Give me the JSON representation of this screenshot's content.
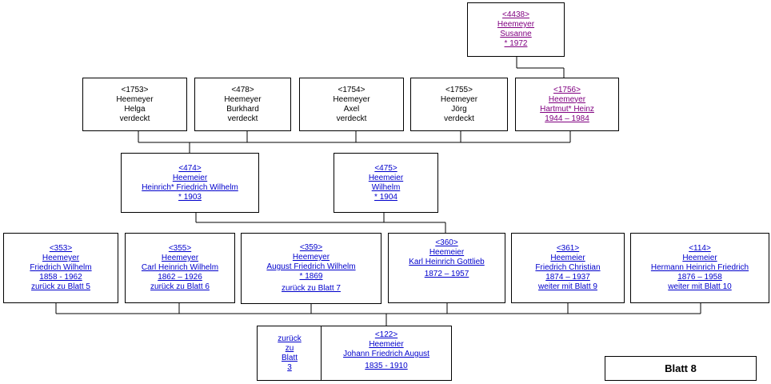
{
  "top": {
    "id": "<4438>",
    "surname": "Heemeyer",
    "given": "Susanne",
    "dates": "* 1972"
  },
  "row1": [
    {
      "id": "<1753>",
      "surname": "Heemeyer",
      "given": "Helga",
      "dates": "verdeckt"
    },
    {
      "id": "<478>",
      "surname": "Heemeyer",
      "given": "Burkhard",
      "dates": "verdeckt"
    },
    {
      "id": "<1754>",
      "surname": "Heemeyer",
      "given": "Axel",
      "dates": "verdeckt"
    },
    {
      "id": "<1755>",
      "surname": "Heemeyer",
      "given": "Jörg",
      "dates": "verdeckt"
    },
    {
      "id": "<1756>",
      "surname": "Heemeyer",
      "given": "Hartmut* Heinz",
      "dates": "1944 – 1984"
    }
  ],
  "row2": [
    {
      "id": "<474>",
      "surname": "Heemeier",
      "given": "Heinrich* Friedrich Wilhelm",
      "dates": "* 1903"
    },
    {
      "id": "<475>",
      "surname": "Heemeier",
      "given": "Wilhelm",
      "dates": "* 1904"
    }
  ],
  "row3": [
    {
      "id": "<353>",
      "surname": "Heemeyer",
      "given": "Friedrich Wilhelm",
      "dates": "1858 - 1962",
      "ref": "zurück zu Blatt 5"
    },
    {
      "id": "<355>",
      "surname": "Heemeyer",
      "given": "Carl Heinrich Wilhelm",
      "dates": "1862 – 1926",
      "ref": "zurück zu Blatt 6"
    },
    {
      "id": "<359>",
      "surname": "Heemeyer",
      "given": "August Friedrich Wilhelm",
      "dates": "* 1869",
      "ref": "zurück zu Blatt 7"
    },
    {
      "id": "<360>",
      "surname": "Heemeier",
      "given": "Karl Heinrich Gottlieb",
      "dates": "1872 – 1957",
      "ref": ""
    },
    {
      "id": "<361>",
      "surname": "Heemeier",
      "given": "Friedrich Christian",
      "dates": "1874 – 1937",
      "ref": "weiter mit Blatt 9"
    },
    {
      "id": "<114>",
      "surname": "Heemeier",
      "given": "Hermann Heinrich Friedrich",
      "dates": "1876 – 1958",
      "ref": "weiter mit Blatt 10"
    }
  ],
  "root": {
    "back": [
      "zurück",
      "zu",
      "Blatt",
      "3"
    ],
    "id": "<122>",
    "surname": "Heemeier",
    "given": "Johann Friedrich August",
    "dates": "1835 - 1910"
  },
  "sheet_label": "Blatt 8",
  "colors": {
    "link": "#0000cc",
    "visited": "#800080",
    "line": "#000000"
  }
}
